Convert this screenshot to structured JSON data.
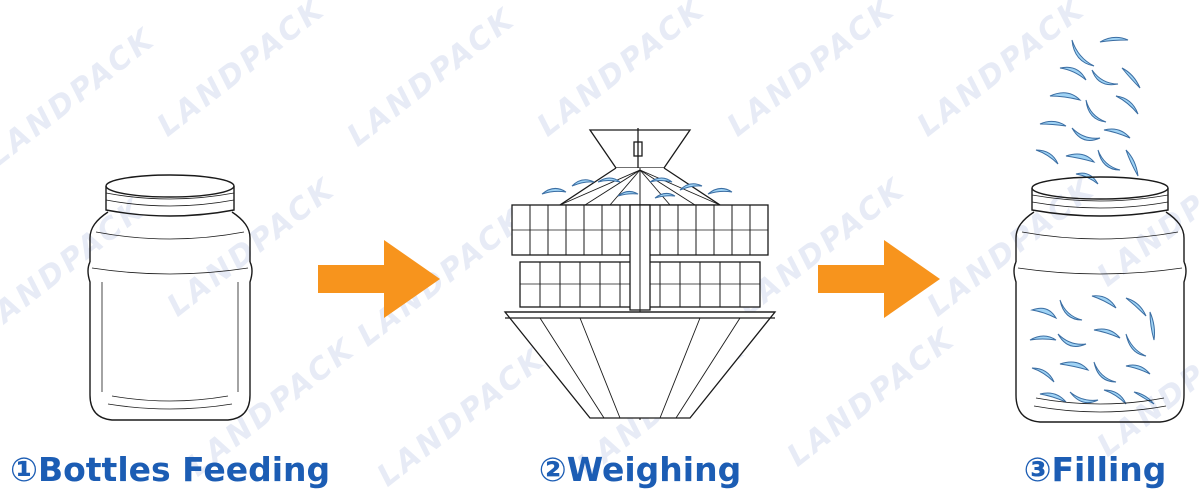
{
  "watermark": "LANDPACK",
  "steps": [
    {
      "number": "①",
      "label": "Bottles Feeding"
    },
    {
      "number": "②",
      "label": "Weighing"
    },
    {
      "number": "③",
      "label": "Filling"
    }
  ],
  "colors": {
    "label": "#1c5db4",
    "arrow": "#f7941d",
    "product": "#9fd3f5",
    "product_outline": "#3b6ea3",
    "line": "#1a1a1a",
    "watermark": "#dfe5f3"
  },
  "icons": [
    "plastic-jar-icon",
    "multihead-weigher-icon",
    "right-arrow-icon",
    "filled-jar-icon"
  ]
}
